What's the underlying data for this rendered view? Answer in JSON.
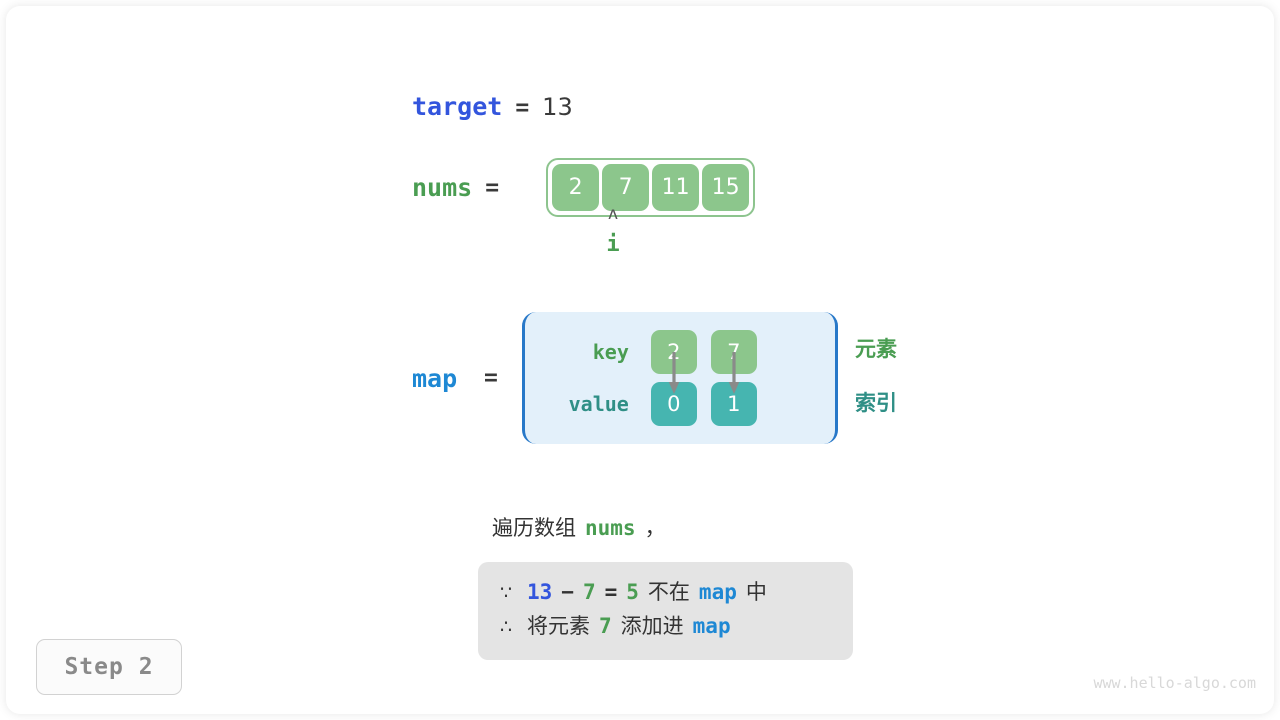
{
  "watermark": "www.hello-algo.com",
  "step_badge": {
    "label": "Step 2"
  },
  "target": {
    "name": "target",
    "equals": "=",
    "value": "13"
  },
  "nums": {
    "name": "nums",
    "equals": "=",
    "cells": [
      "2",
      "7",
      "11",
      "15"
    ],
    "pointer": {
      "caret": "ʌ",
      "label": "i",
      "index": 1
    }
  },
  "map": {
    "name": "map",
    "equals": "=",
    "row_labels": {
      "key": "key",
      "value": "value"
    },
    "entries": [
      {
        "key": "2",
        "value": "0"
      },
      {
        "key": "7",
        "value": "1"
      }
    ],
    "side_notes": {
      "element": "元素",
      "index": "索引"
    }
  },
  "caption": {
    "prefix": "遍历数组",
    "var": "nums",
    "suffix": "，"
  },
  "formula": {
    "line1": {
      "symbol": "∵",
      "a": "13",
      "minus": "−",
      "b": "7",
      "eq": "=",
      "result": "5",
      "text_mid": "不在",
      "map": "map",
      "text_end": "中"
    },
    "line2": {
      "symbol": "∴",
      "text_start": "将元素",
      "value": "7",
      "text_mid": "添加进",
      "map": "map"
    }
  },
  "colors": {
    "green": "#4a9d52",
    "cell_green": "#8cc68c",
    "teal": "#2f8f86",
    "cell_teal": "#46b5b0",
    "blue": "#1e88d4",
    "indigo": "#3355dd",
    "map_bg": "#e3f0fa",
    "map_border": "#2878c8",
    "formula_bg": "#e4e4e4"
  }
}
